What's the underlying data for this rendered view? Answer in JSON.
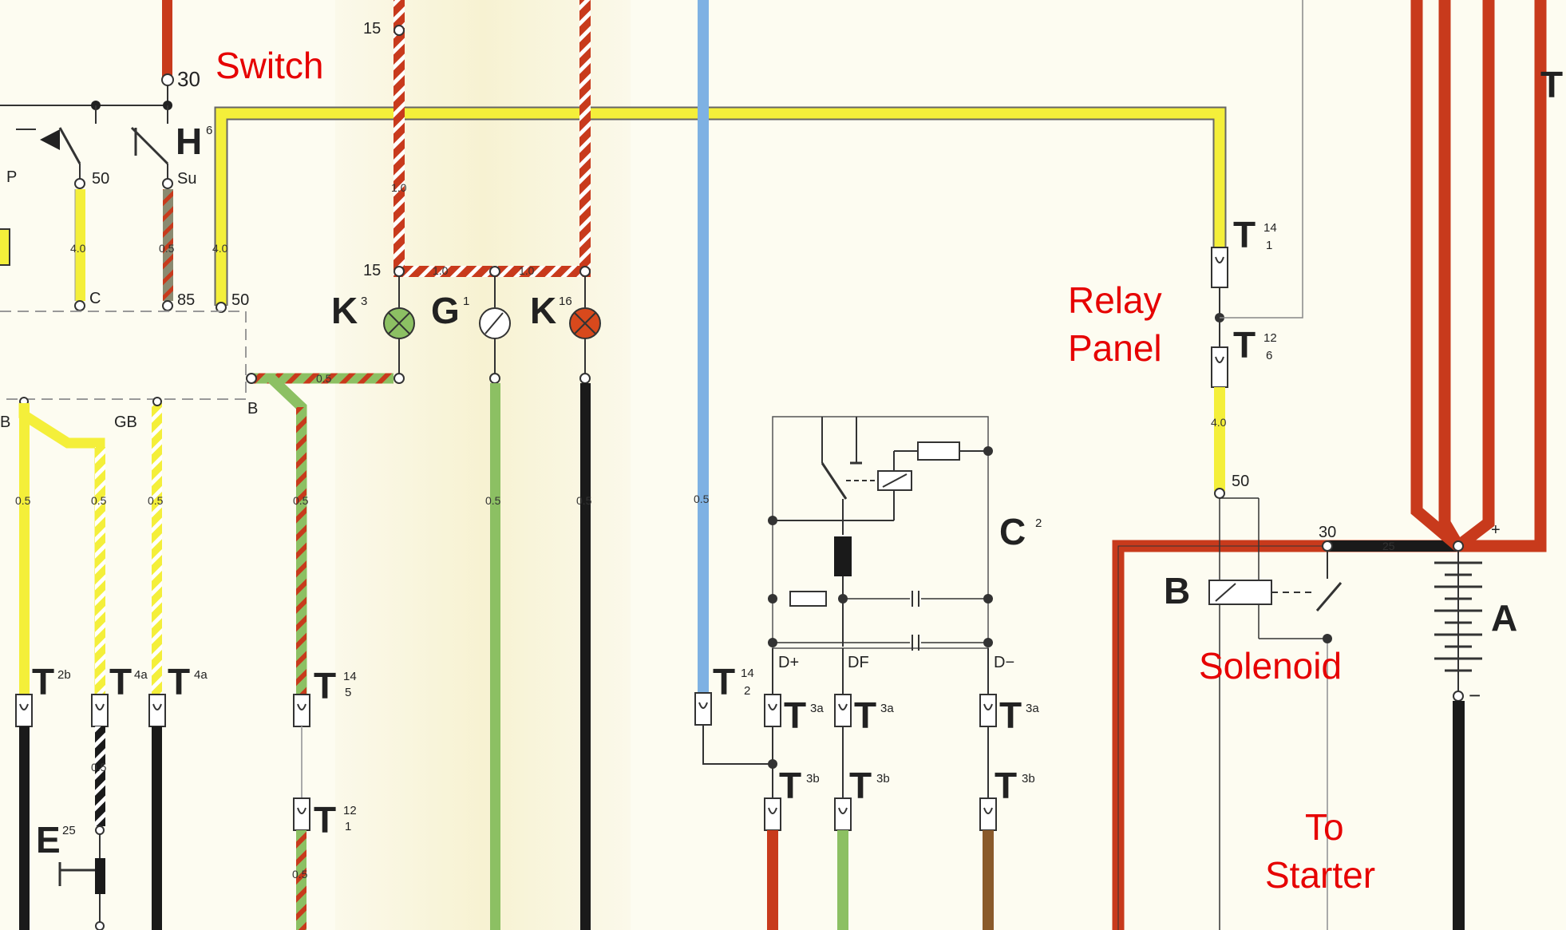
{
  "annotations": {
    "switch": "Switch",
    "relay_panel_1": "Relay",
    "relay_panel_2": "Panel",
    "solenoid": "Solenoid",
    "to_starter_1": "To",
    "to_starter_2": "Starter"
  },
  "terminals": {
    "t30": "30",
    "t50a": "50",
    "t15a": "15",
    "t15b": "15",
    "p": "P",
    "su": "Su",
    "c": "C",
    "t85": "85",
    "t50b": "50",
    "b1": "B",
    "gb": "GB",
    "b2": "B",
    "t50c": "50",
    "t30b": "30",
    "dplus": "D+",
    "df": "DF",
    "dminus": "D−",
    "plus": "+",
    "minus": "−"
  },
  "components": {
    "h": "H",
    "h_sup": "6",
    "k3": "K",
    "k3_sup": "3",
    "g1": "G",
    "g1_sup": "1",
    "k16": "K",
    "k16_sup": "16",
    "c2": "C",
    "c2_sup": "2",
    "b": "B",
    "a": "A",
    "e25": "E",
    "e25_sup": "25",
    "t_right": "T"
  },
  "connectors": {
    "t14_1": {
      "main": "T",
      "sup": "14",
      "sub": "1"
    },
    "t12_6": {
      "main": "T",
      "sup": "12",
      "sub": "6"
    },
    "t2b": {
      "main": "T",
      "sup": "2b"
    },
    "t4a_1": {
      "main": "T",
      "sup": "4a"
    },
    "t4a_2": {
      "main": "T",
      "sup": "4a"
    },
    "t14_5": {
      "main": "T",
      "sup": "14",
      "sub": "5"
    },
    "t12_1": {
      "main": "T",
      "sup": "12",
      "sub": "1"
    },
    "t14_2": {
      "main": "T",
      "sup": "14",
      "sub": "2"
    },
    "t3a_1": {
      "main": "T",
      "sup": "3a"
    },
    "t3a_2": {
      "main": "T",
      "sup": "3a"
    },
    "t3a_3": {
      "main": "T",
      "sup": "3a"
    },
    "t3b_1": {
      "main": "T",
      "sup": "3b"
    },
    "t3b_2": {
      "main": "T",
      "sup": "3b"
    },
    "t3b_3": {
      "main": "T",
      "sup": "3b"
    }
  },
  "wire_gauges": {
    "g10a": "1.0",
    "g10b": "1.0",
    "g10c": "1.0",
    "g40a": "4.0",
    "g05a": "0.5",
    "g40b": "4.0",
    "g40c": "4.0",
    "g05b": "0.5",
    "g05c": "0.5",
    "g05d": "0.5",
    "g05e": "0.5",
    "g05f": "0.5",
    "g05g": "0.5",
    "g05h": "0.5",
    "g05i": "0.5",
    "g05j": "0.5",
    "g05k": "0.5",
    "g25": "25"
  },
  "colors": {
    "yellow": "#f4ef3a",
    "red": "#c83a1c",
    "green": "#8cc063",
    "blue": "#7eb1e3",
    "black": "#1a1a1a",
    "brown": "#8a5a2b",
    "annotation": "#e60000"
  }
}
